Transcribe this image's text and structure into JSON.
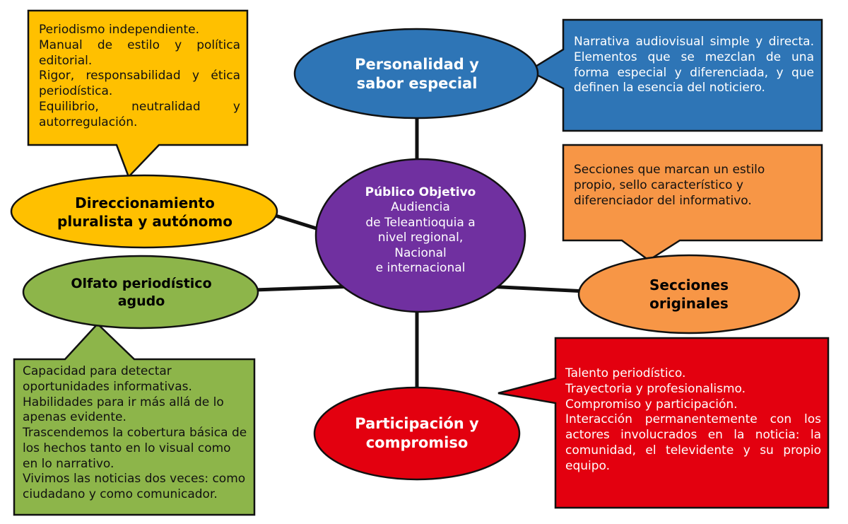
{
  "center": {
    "title": "Público Objetivo",
    "lines": [
      "Audiencia",
      "de Teleantioquia a",
      "nivel regional,",
      "Nacional",
      "e internacional"
    ],
    "color": "#7030A0"
  },
  "nodes": {
    "personalidad": {
      "lines": [
        "Personalidad y",
        "sabor especial"
      ],
      "color": "#2E75B6",
      "text_color": "#ffffff"
    },
    "direccionamiento": {
      "lines": [
        "Direccionamiento",
        "pluralista y autónomo"
      ],
      "color": "#FFC000",
      "text_color": "#000000"
    },
    "olfato": {
      "lines": [
        "Olfato periodístico",
        "agudo"
      ],
      "color": "#8DB54A",
      "text_color": "#000000"
    },
    "secciones": {
      "lines": [
        "Secciones",
        "originales"
      ],
      "color": "#F79646",
      "text_color": "#000000"
    },
    "participacion": {
      "lines": [
        "Participación y",
        "compromiso"
      ],
      "color": "#E3000F",
      "text_color": "#ffffff"
    }
  },
  "callouts": {
    "direccionamiento": {
      "color": "#FFC000",
      "items": [
        "Periodismo independiente.",
        "Manual de estilo y política editorial.",
        "Rigor, responsabilidad y ética periodística.",
        "Equilibrio, neutralidad y autorregulación."
      ]
    },
    "personalidad": {
      "color": "#2E75B6",
      "items": [
        "Narrativa audiovisual simple y directa. Elementos que se mezclan de una forma especial y diferenciada, y que definen la esencia del noticiero."
      ]
    },
    "secciones": {
      "color": "#F79646",
      "items": [
        "Secciones que marcan un estilo propio, sello característico y diferenciador del informativo."
      ]
    },
    "olfato": {
      "color": "#8DB54A",
      "items": [
        "Capacidad para detectar oportunidades informativas.",
        "Habilidades para ir más allá de lo apenas evidente.",
        "Trascendemos la cobertura básica de los hechos tanto en lo visual como en lo narrativo.",
        "Vivimos las noticias dos veces: como ciudadano y como comunicador."
      ]
    },
    "participacion": {
      "color": "#E3000F",
      "items": [
        "Talento periodístico.",
        "Trayectoria  y profesionalismo.",
        "Compromiso y participación.",
        "Interacción permanentemente con los actores involucrados en la noticia: la comunidad, el televidente y su propio equipo."
      ]
    }
  }
}
